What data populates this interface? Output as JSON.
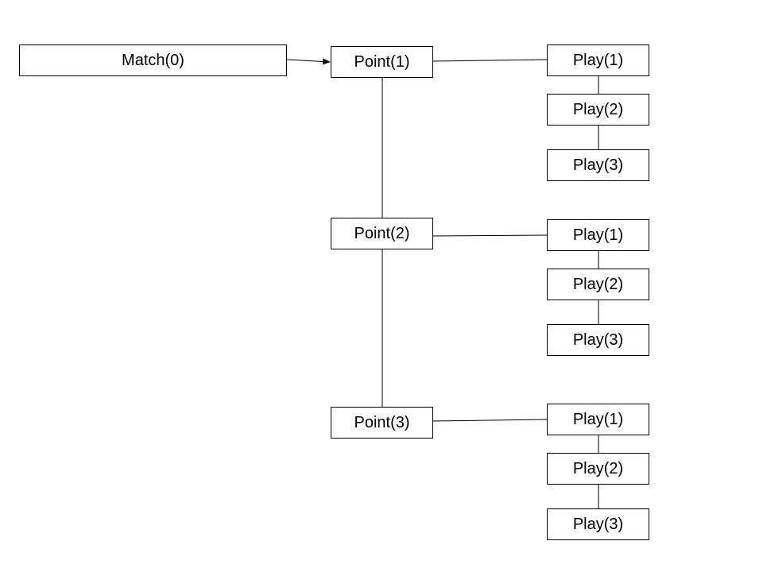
{
  "diagram": {
    "match": {
      "label": "Match(0)"
    },
    "points": [
      {
        "label": "Point(1)",
        "plays": [
          "Play(1)",
          "Play(2)",
          "Play(3)"
        ]
      },
      {
        "label": "Point(2)",
        "plays": [
          "Play(1)",
          "Play(2)",
          "Play(3)"
        ]
      },
      {
        "label": "Point(3)",
        "plays": [
          "Play(1)",
          "Play(2)",
          "Play(3)"
        ]
      }
    ]
  }
}
